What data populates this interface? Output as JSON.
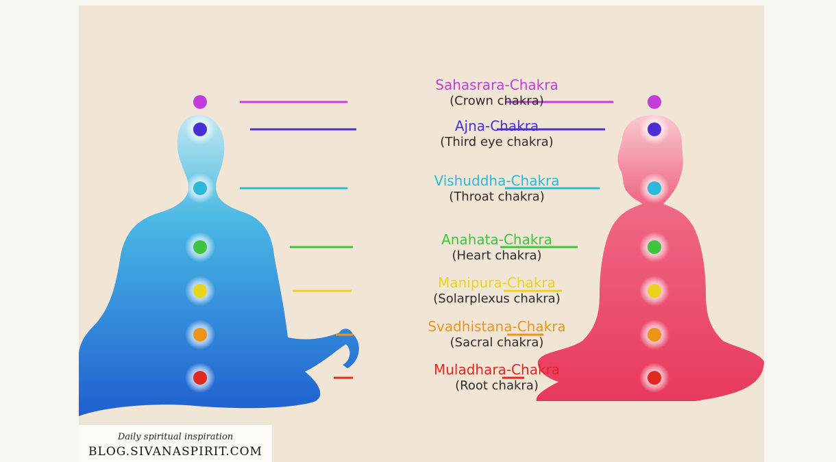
{
  "chakras": [
    {
      "name": "Sahasrara-Chakra",
      "sub": "(Crown chakra)",
      "color": "#c23cd8"
    },
    {
      "name": "Ajna-Chakra",
      "sub": "(Third eye chakra)",
      "color": "#4a2fd6"
    },
    {
      "name": "Vishuddha-Chakra",
      "sub": "(Throat chakra)",
      "color": "#2ab9d8"
    },
    {
      "name": "Anahata-Chakra",
      "sub": "(Heart chakra)",
      "color": "#3fc43f"
    },
    {
      "name": "Manipura-Chakra",
      "sub": "(Solarplexus chakra)",
      "color": "#e8d41a"
    },
    {
      "name": "Svadhistana-Chakra",
      "sub": "(Sacral chakra)",
      "color": "#ec9418"
    },
    {
      "name": "Muladhara-Chakra",
      "sub": "(Root chakra)",
      "color": "#e0281e"
    }
  ],
  "watermark": {
    "tagline": "Daily spiritual inspiration",
    "site": "BLOG.SIVANASPIRIT.COM"
  },
  "figures": {
    "left_color_top": "#9fdcec",
    "left_color_bottom": "#1f5fd0",
    "right_color": "#ee4666"
  }
}
